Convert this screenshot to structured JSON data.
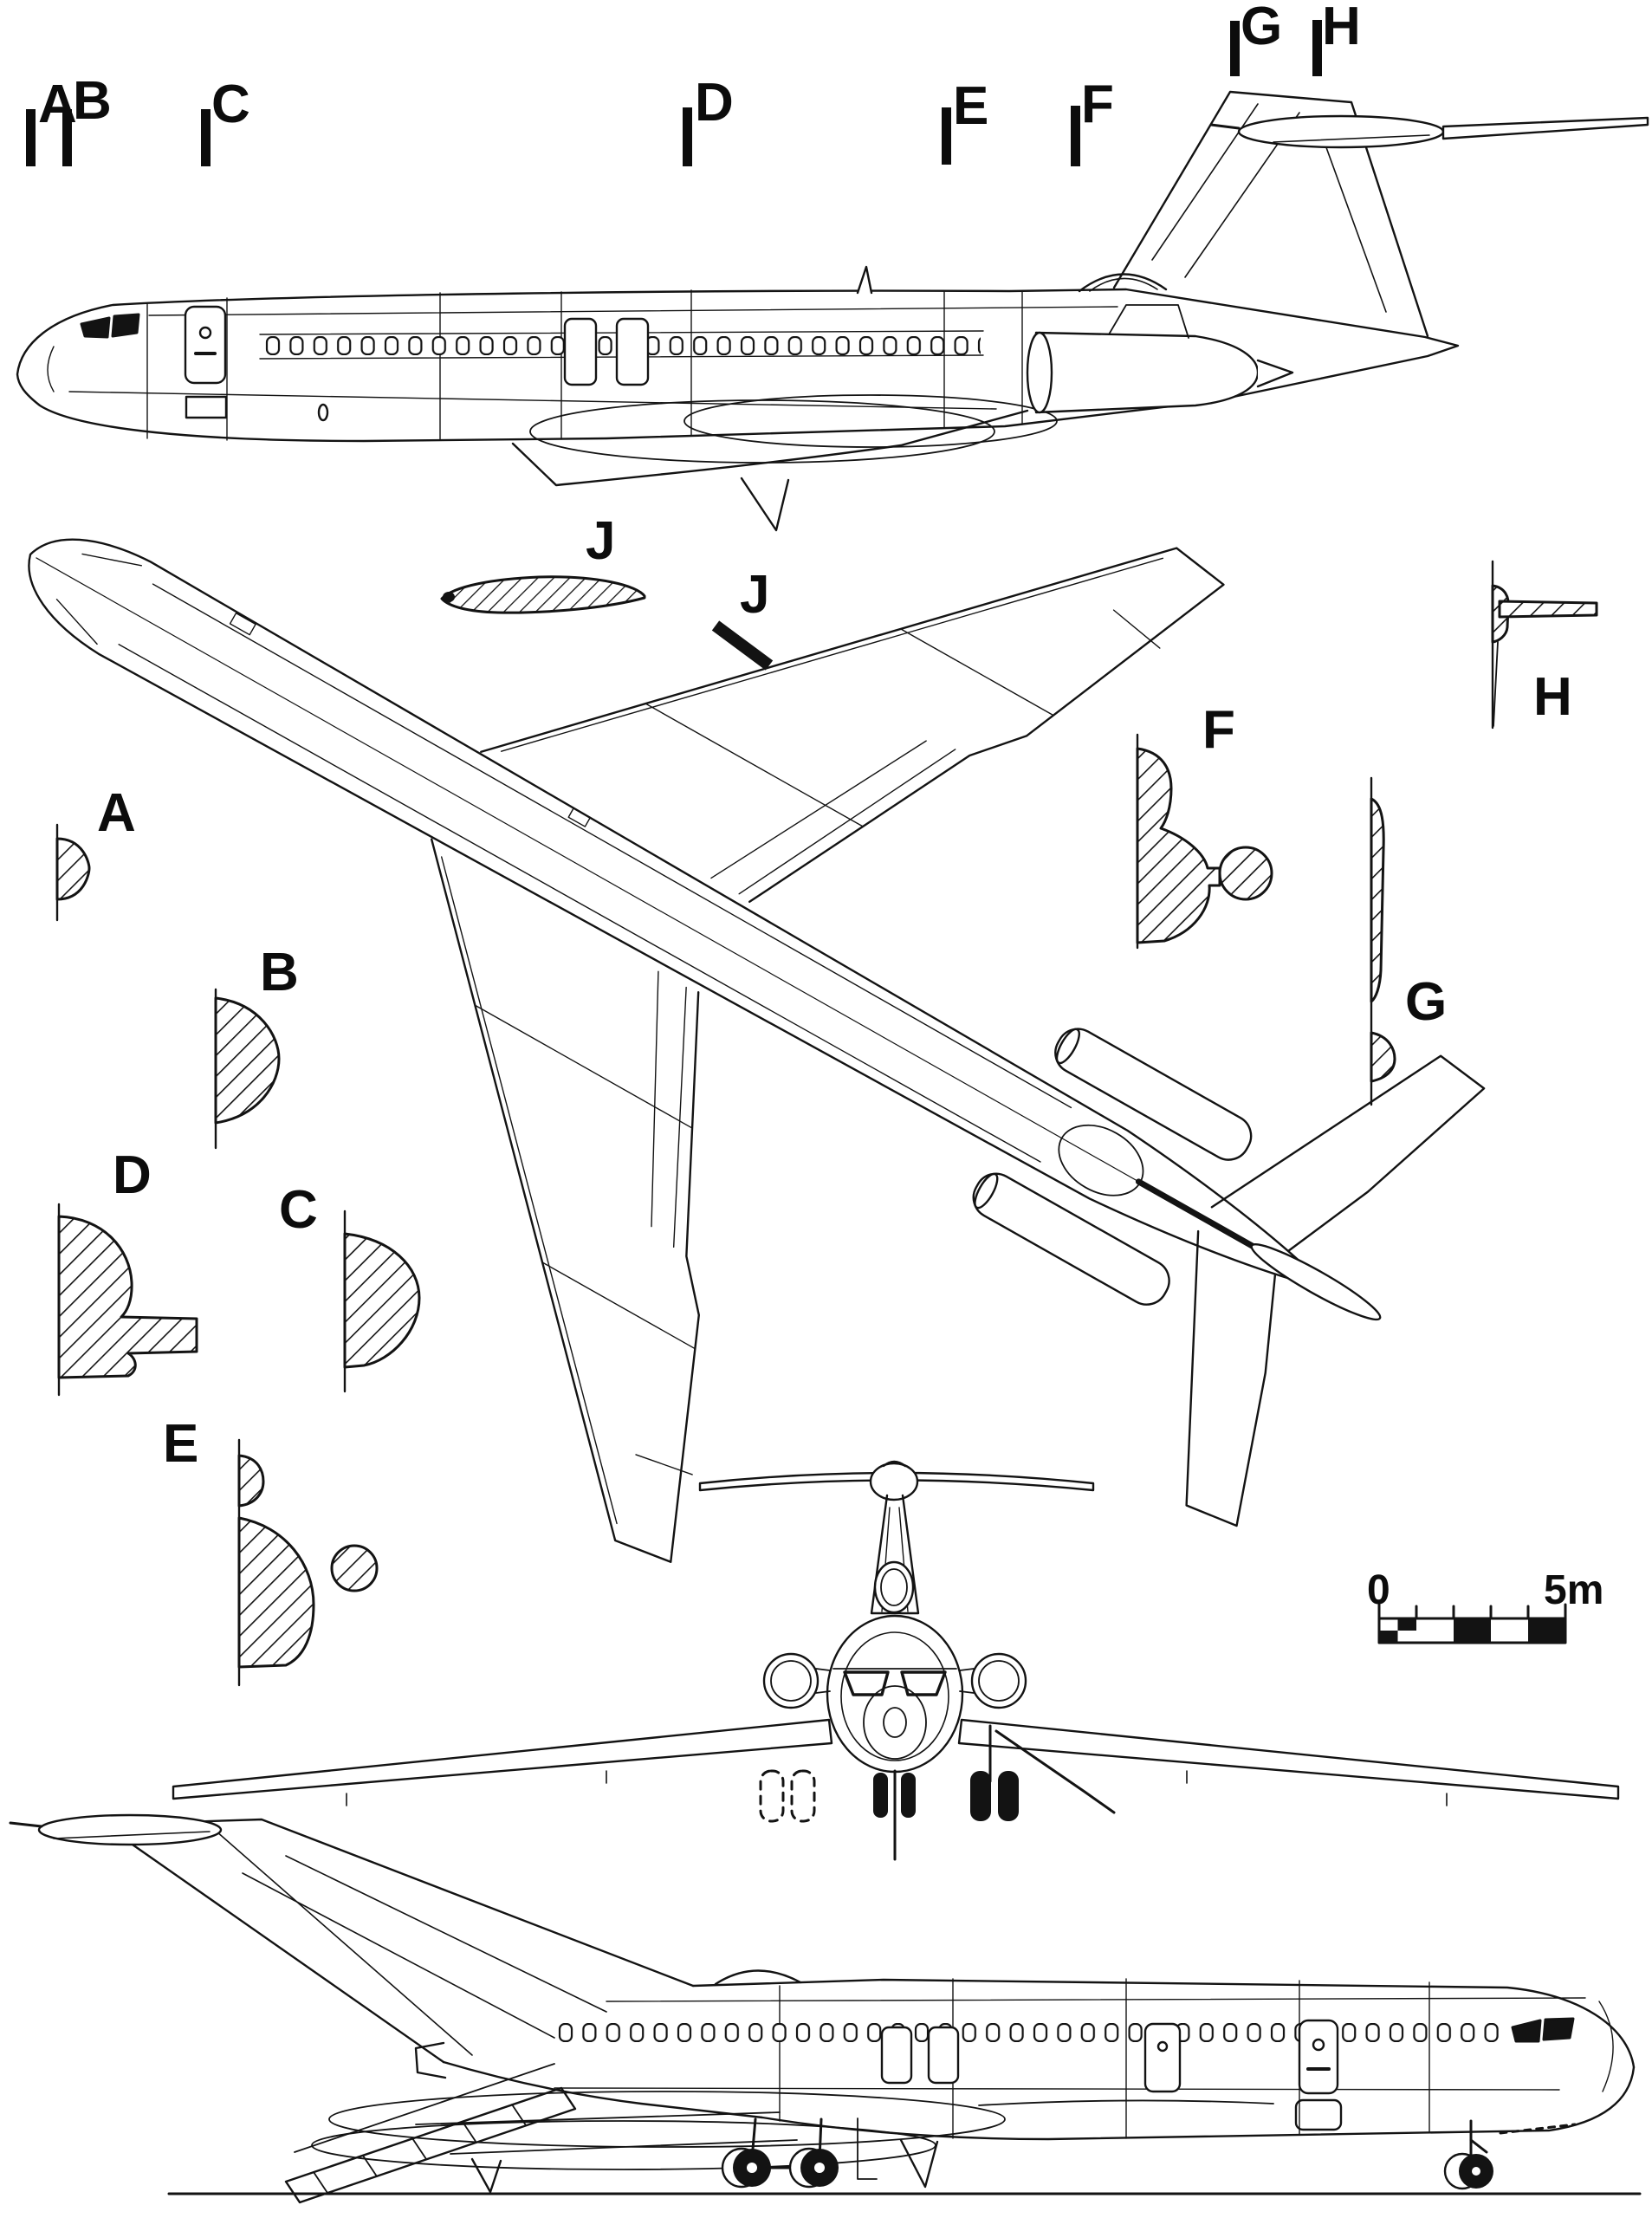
{
  "meta": {
    "drawing_type": "aircraft three-view blueprint with fuselage cross sections",
    "subject": "Boeing 727 trijet airliner line drawing",
    "ink_color": "#131313",
    "paper_color": "#ffffff"
  },
  "stations": [
    "A",
    "B",
    "C",
    "D",
    "E",
    "F",
    "G",
    "H"
  ],
  "sections": [
    "A",
    "B",
    "C",
    "D",
    "E",
    "F",
    "G",
    "H"
  ],
  "airfoil": {
    "label_section": "J",
    "label_wing": "J"
  },
  "scale_bar": {
    "zero": "0",
    "five_m": "5m"
  }
}
